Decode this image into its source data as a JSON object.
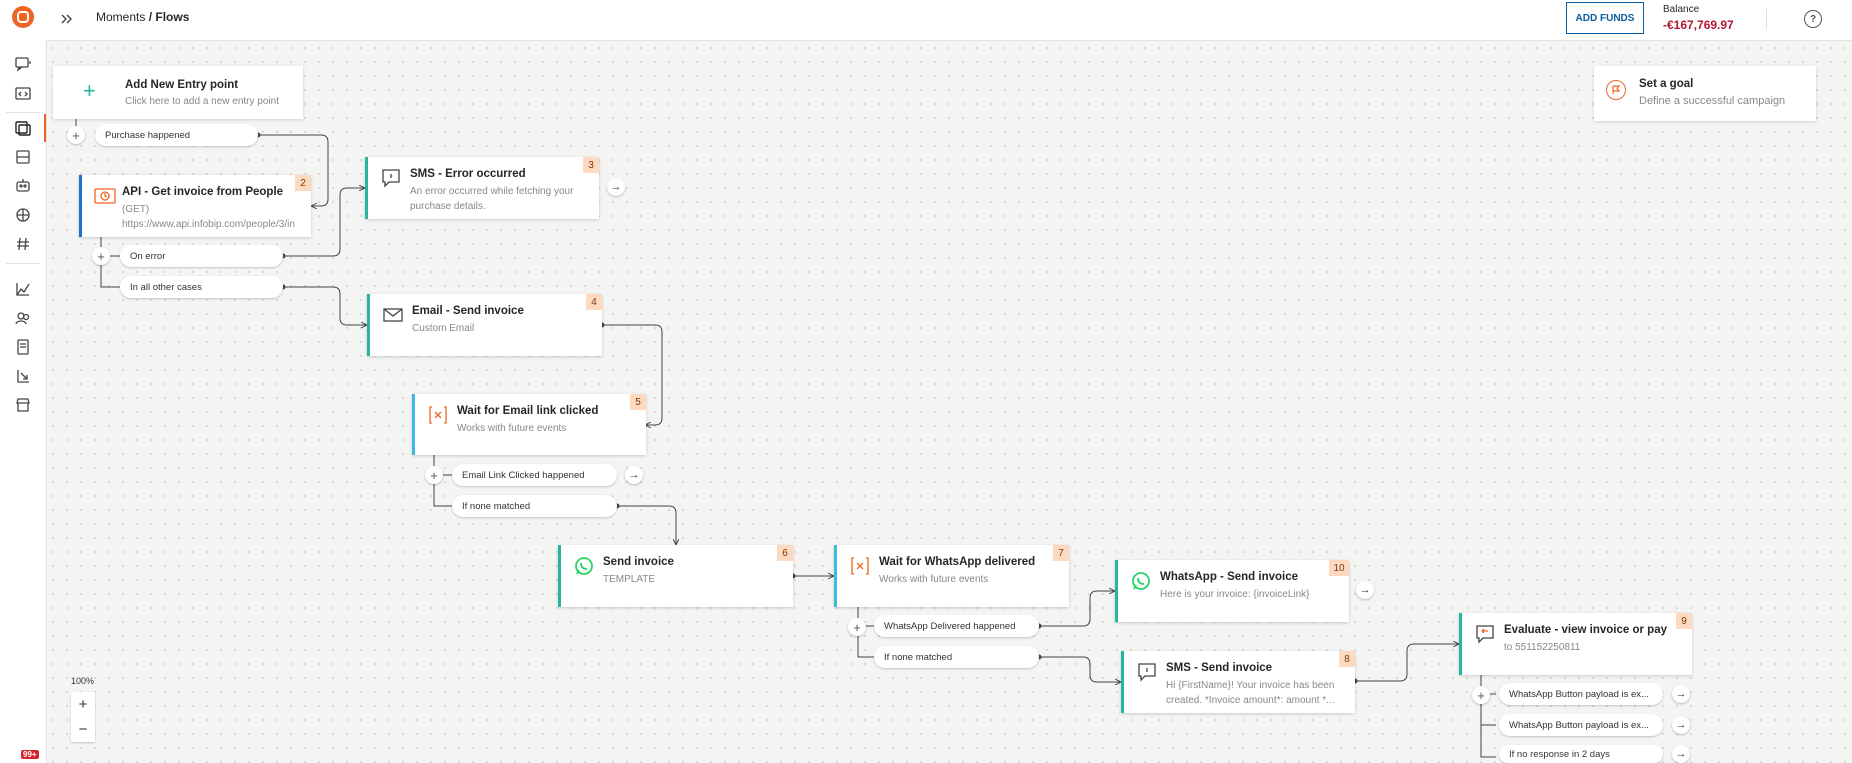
{
  "breadcrumb": {
    "parent": "Moments",
    "sep": " / ",
    "current": "Flows"
  },
  "header": {
    "add_funds": "ADD FUNDS",
    "balance_label": "Balance",
    "balance_value": "-€167,769.97",
    "help": "?"
  },
  "sidebar": {
    "notifications_badge": "99+"
  },
  "entry": {
    "title": "Add New Entry point",
    "subtitle": "Click here to add a new entry point"
  },
  "goal": {
    "title": "Set a goal",
    "subtitle": "Define a successful campaign"
  },
  "zoom": {
    "level": "100%",
    "in": "+",
    "out": "−"
  },
  "nodes": {
    "n2": {
      "num": "2",
      "title": "API - Get invoice from People",
      "sub1": "(GET)",
      "sub2": "https://www.api.infobip.com/people/3/in"
    },
    "n3": {
      "num": "3",
      "title": "SMS - Error occurred",
      "sub": "An error occurred while fetching your purchase details."
    },
    "n4": {
      "num": "4",
      "title": "Email - Send invoice",
      "sub": "Custom Email"
    },
    "n5": {
      "num": "5",
      "title": "Wait for Email link clicked",
      "sub": "Works with future events"
    },
    "n6": {
      "num": "6",
      "title": "Send invoice",
      "sub": "TEMPLATE"
    },
    "n7": {
      "num": "7",
      "title": "Wait for WhatsApp delivered",
      "sub": "Works with future events"
    },
    "n8": {
      "num": "8",
      "title": "SMS - Send invoice",
      "sub": "Hi {FirstName}! Your invoice has been created. *Invoice amount*: amount *..."
    },
    "n9": {
      "num": "9",
      "title": "Evaluate - view invoice or pay",
      "sub": "to 551152250811"
    },
    "n10": {
      "num": "10",
      "title": "WhatsApp - Send invoice",
      "sub": "Here is your invoice: {invoiceLink}"
    }
  },
  "branches": {
    "purchase": "Purchase happened",
    "on_error": "On error",
    "other_cases": "In all other cases",
    "email_clicked": "Email Link Clicked happened",
    "none1": "If none matched",
    "wa_delivered": "WhatsApp Delivered happened",
    "none2": "If none matched",
    "wa_btn1": "WhatsApp Button payload is ex...",
    "wa_btn2": "WhatsApp Button payload is ex...",
    "no_response": "If no response in 2 days"
  },
  "colors": {
    "accent": "#f06423",
    "teal": "#2ab3a0",
    "blue": "#1b73c9",
    "negative": "#b3142f"
  }
}
